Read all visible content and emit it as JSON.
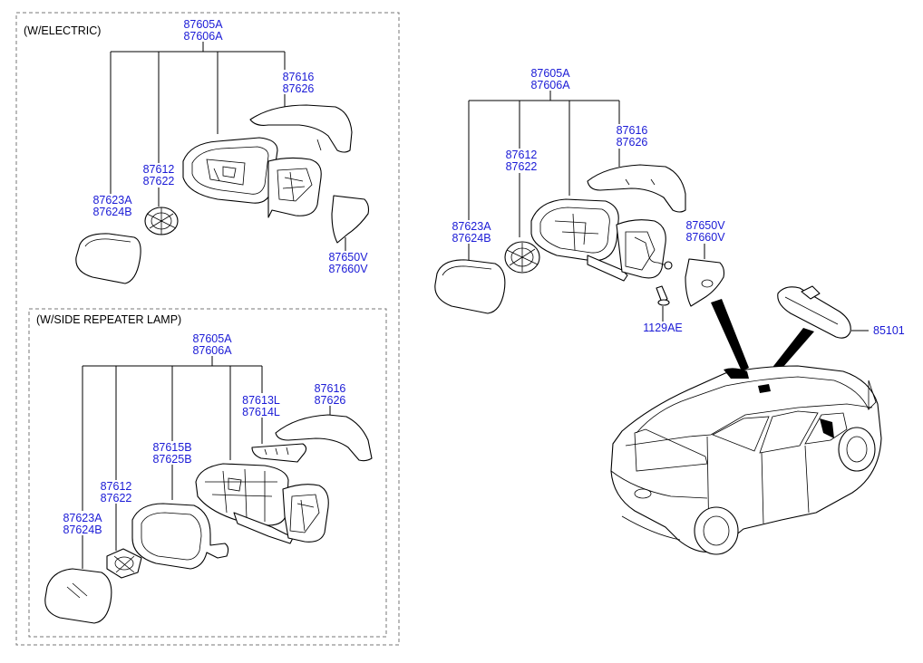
{
  "sections": {
    "electric": {
      "header": "(W/ELECTRIC)"
    },
    "side_repeater": {
      "header": "(W/SIDE REPEATER LAMP)"
    }
  },
  "labels": {
    "e_87605": [
      "87605A",
      "87606A"
    ],
    "e_87616": [
      "87616",
      "87626"
    ],
    "e_87612": [
      "87612",
      "87622"
    ],
    "e_87623": [
      "87623A",
      "87624B"
    ],
    "e_87650": [
      "87650V",
      "87660V"
    ],
    "s_87605": [
      "87605A",
      "87606A"
    ],
    "s_87616": [
      "87616",
      "87626"
    ],
    "s_87613": [
      "87613L",
      "87614L"
    ],
    "s_87615": [
      "87615B",
      "87625B"
    ],
    "s_87612": [
      "87612",
      "87622"
    ],
    "s_87623": [
      "87623A",
      "87624B"
    ],
    "r_87605": [
      "87605A",
      "87606A"
    ],
    "r_87616": [
      "87616",
      "87626"
    ],
    "r_87612": [
      "87612",
      "87622"
    ],
    "r_87623": [
      "87623A",
      "87624B"
    ],
    "r_87650": [
      "87650V",
      "87660V"
    ],
    "r_1129": "1129AE",
    "r_85101": "85101"
  },
  "colors": {
    "part_number": "#1a1ad6",
    "line": "#000000",
    "dashed_box": "#777777"
  }
}
